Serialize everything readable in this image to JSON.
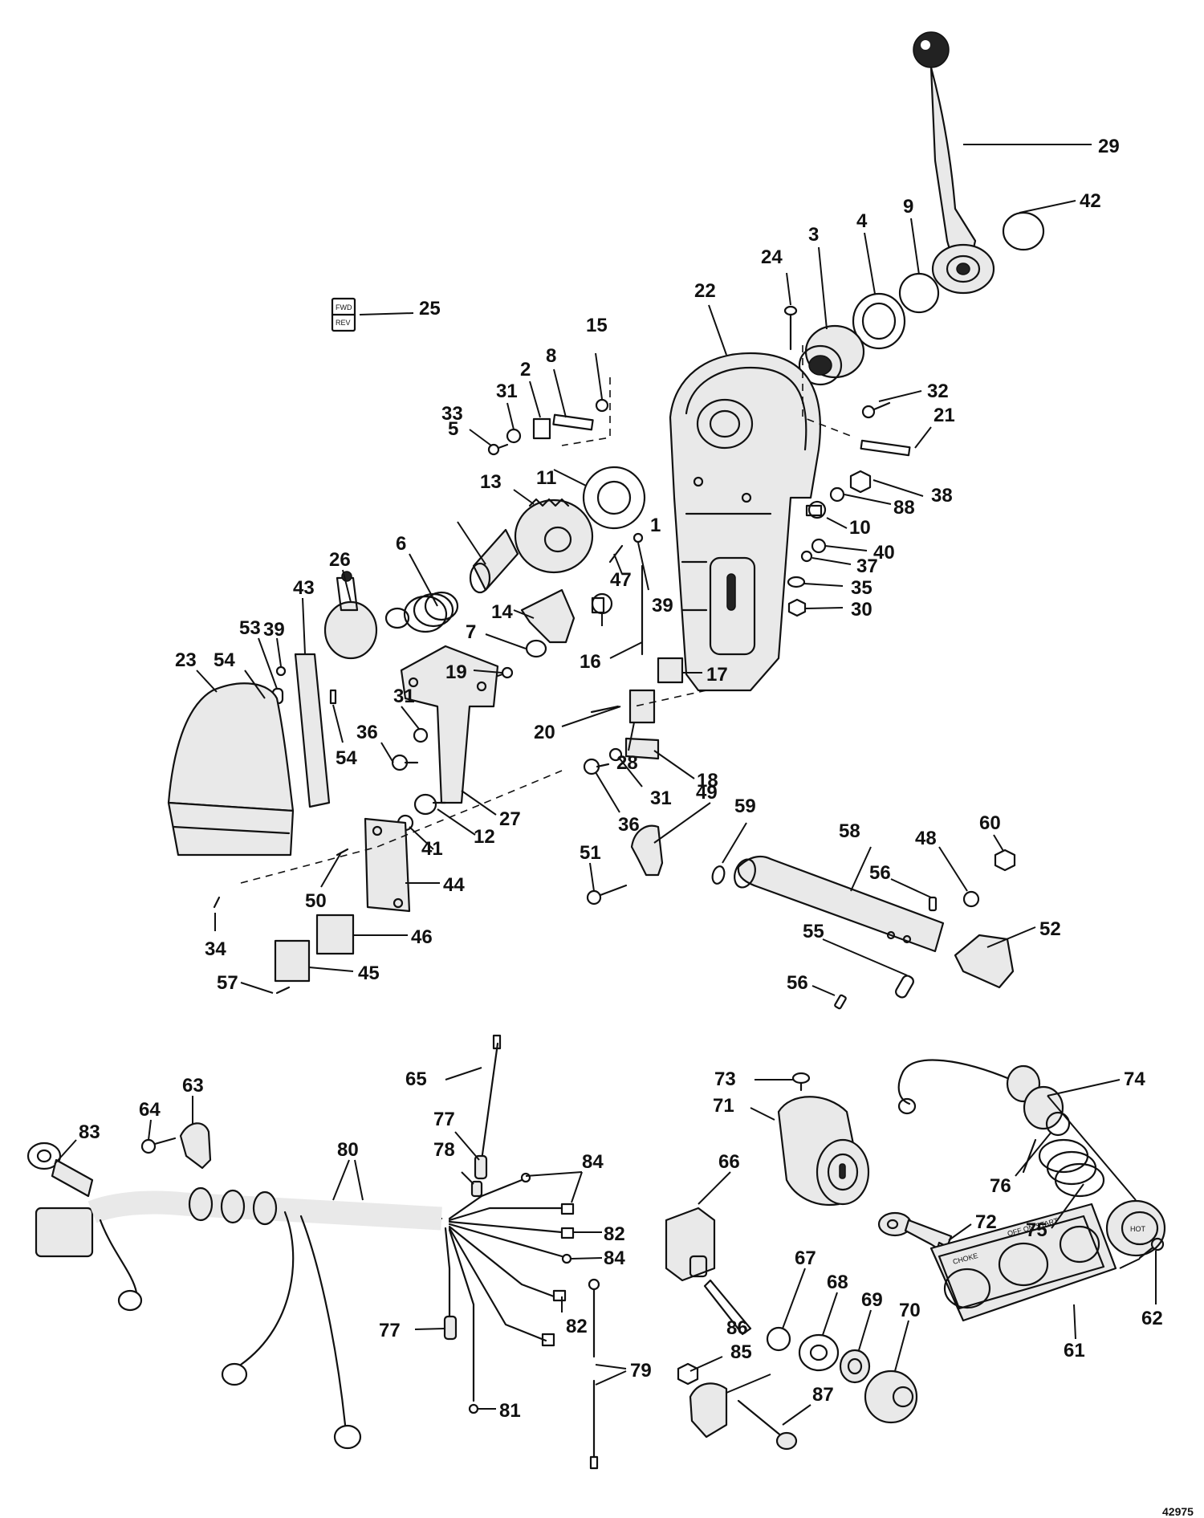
{
  "figure_ref": "42975",
  "decal_text": [
    "FWD",
    "REV"
  ],
  "panel_text": {
    "left": "CHOKE",
    "center": "OFF ON START"
  },
  "button_text": "HOT",
  "callouts": [
    "1",
    "2",
    "3",
    "4",
    "5",
    "6",
    "7",
    "8",
    "9",
    "10",
    "11",
    "12",
    "13",
    "14",
    "15",
    "16",
    "17",
    "18",
    "19",
    "20",
    "21",
    "22",
    "23",
    "24",
    "25",
    "26",
    "27",
    "28",
    "29",
    "30",
    "31",
    "32",
    "33",
    "34",
    "35",
    "36",
    "37",
    "38",
    "39",
    "40",
    "41",
    "42",
    "43",
    "44",
    "45",
    "46",
    "47",
    "48",
    "49",
    "50",
    "51",
    "52",
    "53",
    "54",
    "55",
    "56",
    "57",
    "58",
    "59",
    "60",
    "61",
    "62",
    "63",
    "64",
    "65",
    "66",
    "67",
    "68",
    "69",
    "70",
    "71",
    "72",
    "73",
    "74",
    "75",
    "76",
    "77",
    "78",
    "79",
    "80",
    "81",
    "82",
    "83",
    "84",
    "85",
    "86",
    "87",
    "88"
  ],
  "colors": {
    "ink": "#111111",
    "paper": "#ffffff"
  }
}
